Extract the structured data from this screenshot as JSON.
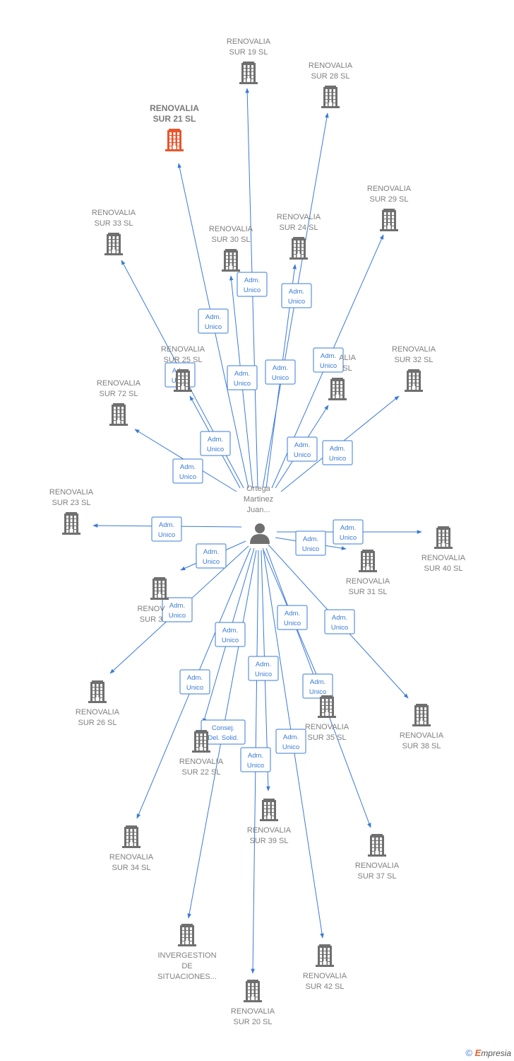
{
  "center": {
    "id": "person",
    "label_lines": [
      "Ortega",
      "Martinez",
      "Juan..."
    ]
  },
  "nodes": [
    {
      "id": "sur19",
      "label_lines": [
        "RENOVALIA",
        "SUR 19  SL"
      ]
    },
    {
      "id": "sur28",
      "label_lines": [
        "RENOVALIA",
        "SUR 28  SL"
      ]
    },
    {
      "id": "sur21",
      "label_lines": [
        "RENOVALIA",
        "SUR 21  SL"
      ],
      "highlight": true
    },
    {
      "id": "sur29",
      "label_lines": [
        "RENOVALIA",
        "SUR 29  SL"
      ]
    },
    {
      "id": "sur33",
      "label_lines": [
        "RENOVALIA",
        "SUR 33  SL"
      ]
    },
    {
      "id": "sur24",
      "label_lines": [
        "RENOVALIA",
        "SUR 24  SL"
      ]
    },
    {
      "id": "sur30",
      "label_lines": [
        "RENOVALIA",
        "SUR 30  SL"
      ]
    },
    {
      "id": "sur25",
      "label_lines": [
        "RENOVALIA",
        "SUR 25  SL"
      ]
    },
    {
      "id": "sur27",
      "label_lines": [
        "ALIA",
        "SL"
      ]
    },
    {
      "id": "sur32",
      "label_lines": [
        "RENOVALIA",
        "SUR 32  SL"
      ]
    },
    {
      "id": "sur72",
      "label_lines": [
        "RENOVALIA",
        "SUR 72  SL"
      ]
    },
    {
      "id": "sur23",
      "label_lines": [
        "RENOVALIA",
        "SUR 23  SL"
      ]
    },
    {
      "id": "sur40",
      "label_lines": [
        "RENOVALIA",
        "SUR 40  SL"
      ]
    },
    {
      "id": "sur31",
      "label_lines": [
        "RENOVALIA",
        "SUR 31  SL"
      ]
    },
    {
      "id": "sur36",
      "label_lines": [
        "RENOV",
        "SUR 3"
      ]
    },
    {
      "id": "sur26",
      "label_lines": [
        "RENOVALIA",
        "SUR 26  SL"
      ]
    },
    {
      "id": "sur38",
      "label_lines": [
        "RENOVALIA",
        "SUR 38  SL"
      ]
    },
    {
      "id": "sur35",
      "label_lines": [
        "RENOVALIA",
        "SUR 35  SL"
      ]
    },
    {
      "id": "sur22",
      "label_lines": [
        "RENOVALIA",
        "SUR 22  SL"
      ]
    },
    {
      "id": "sur39",
      "label_lines": [
        "RENOVALIA",
        "SUR 39  SL"
      ]
    },
    {
      "id": "sur34",
      "label_lines": [
        "RENOVALIA",
        "SUR 34  SL"
      ]
    },
    {
      "id": "sur37",
      "label_lines": [
        "RENOVALIA",
        "SUR 37  SL"
      ]
    },
    {
      "id": "invergestion",
      "label_lines": [
        "INVERGESTION",
        "DE",
        "SITUACIONES..."
      ]
    },
    {
      "id": "sur42",
      "label_lines": [
        "RENOVALIA",
        "SUR 42  SL"
      ]
    },
    {
      "id": "sur20",
      "label_lines": [
        "RENOVALIA",
        "SUR 20  SL"
      ]
    }
  ],
  "edges": [
    {
      "target": "sur19",
      "label_lines": [
        "Adm.",
        "Unico"
      ]
    },
    {
      "target": "sur28",
      "label_lines": [
        "Adm.",
        "Unico"
      ]
    },
    {
      "target": "sur21",
      "label_lines": [
        "Adm.",
        "Unico"
      ]
    },
    {
      "target": "sur29",
      "label_lines": [
        "Adm.",
        "Unico"
      ]
    },
    {
      "target": "sur33",
      "label_lines": [
        "Adm.",
        "Unico"
      ]
    },
    {
      "target": "sur24",
      "label_lines": [
        "Adm.",
        "Unico"
      ]
    },
    {
      "target": "sur30",
      "label_lines": [
        "Adm.",
        "Unico"
      ]
    },
    {
      "target": "sur25",
      "label_lines": [
        "Adm.",
        "Unico"
      ]
    },
    {
      "target": "sur27",
      "label_lines": [
        "Adm.",
        "Unico"
      ]
    },
    {
      "target": "sur32",
      "label_lines": [
        "Adm.",
        "Unico"
      ]
    },
    {
      "target": "sur72",
      "label_lines": [
        "Adm.",
        "Unico"
      ]
    },
    {
      "target": "sur23",
      "label_lines": [
        "Adm.",
        "Unico"
      ]
    },
    {
      "target": "sur40",
      "label_lines": [
        "Adm.",
        "Unico"
      ]
    },
    {
      "target": "sur31",
      "label_lines": [
        "Adm.",
        "Unico"
      ]
    },
    {
      "target": "sur36",
      "label_lines": [
        "Adm.",
        "Unico"
      ]
    },
    {
      "target": "sur26",
      "label_lines": [
        "Adm.",
        "Unico"
      ]
    },
    {
      "target": "sur38",
      "label_lines": [
        "Adm.",
        "Unico"
      ]
    },
    {
      "target": "sur35",
      "label_lines": [
        "Adm.",
        "Unico"
      ]
    },
    {
      "target": "sur22",
      "label_lines": [
        "Consej.",
        "Del. Solid."
      ]
    },
    {
      "target": "sur39",
      "label_lines": [
        "Adm.",
        "Unico"
      ]
    },
    {
      "target": "sur34",
      "label_lines": [
        "Adm.",
        "Unico"
      ]
    },
    {
      "target": "sur37",
      "label_lines": [
        "Adm.",
        "Unico"
      ]
    },
    {
      "target": "invergestion",
      "label_lines": [
        "Adm.",
        "Unico"
      ]
    },
    {
      "target": "sur42",
      "label_lines": [
        "Adm.",
        "Unico"
      ]
    },
    {
      "target": "sur20",
      "label_lines": [
        "Adm.",
        "Unico"
      ]
    }
  ],
  "colors": {
    "edge": "#3a7bd5",
    "building": "#6f6f6f",
    "building_highlight": "#e8552c",
    "person": "#6f6f6f"
  },
  "icons": {
    "company": "building-icon",
    "person": "person-icon"
  },
  "footer": {
    "symbol": "©",
    "brand_mark": "E",
    "brand_rest": "mpresia"
  }
}
